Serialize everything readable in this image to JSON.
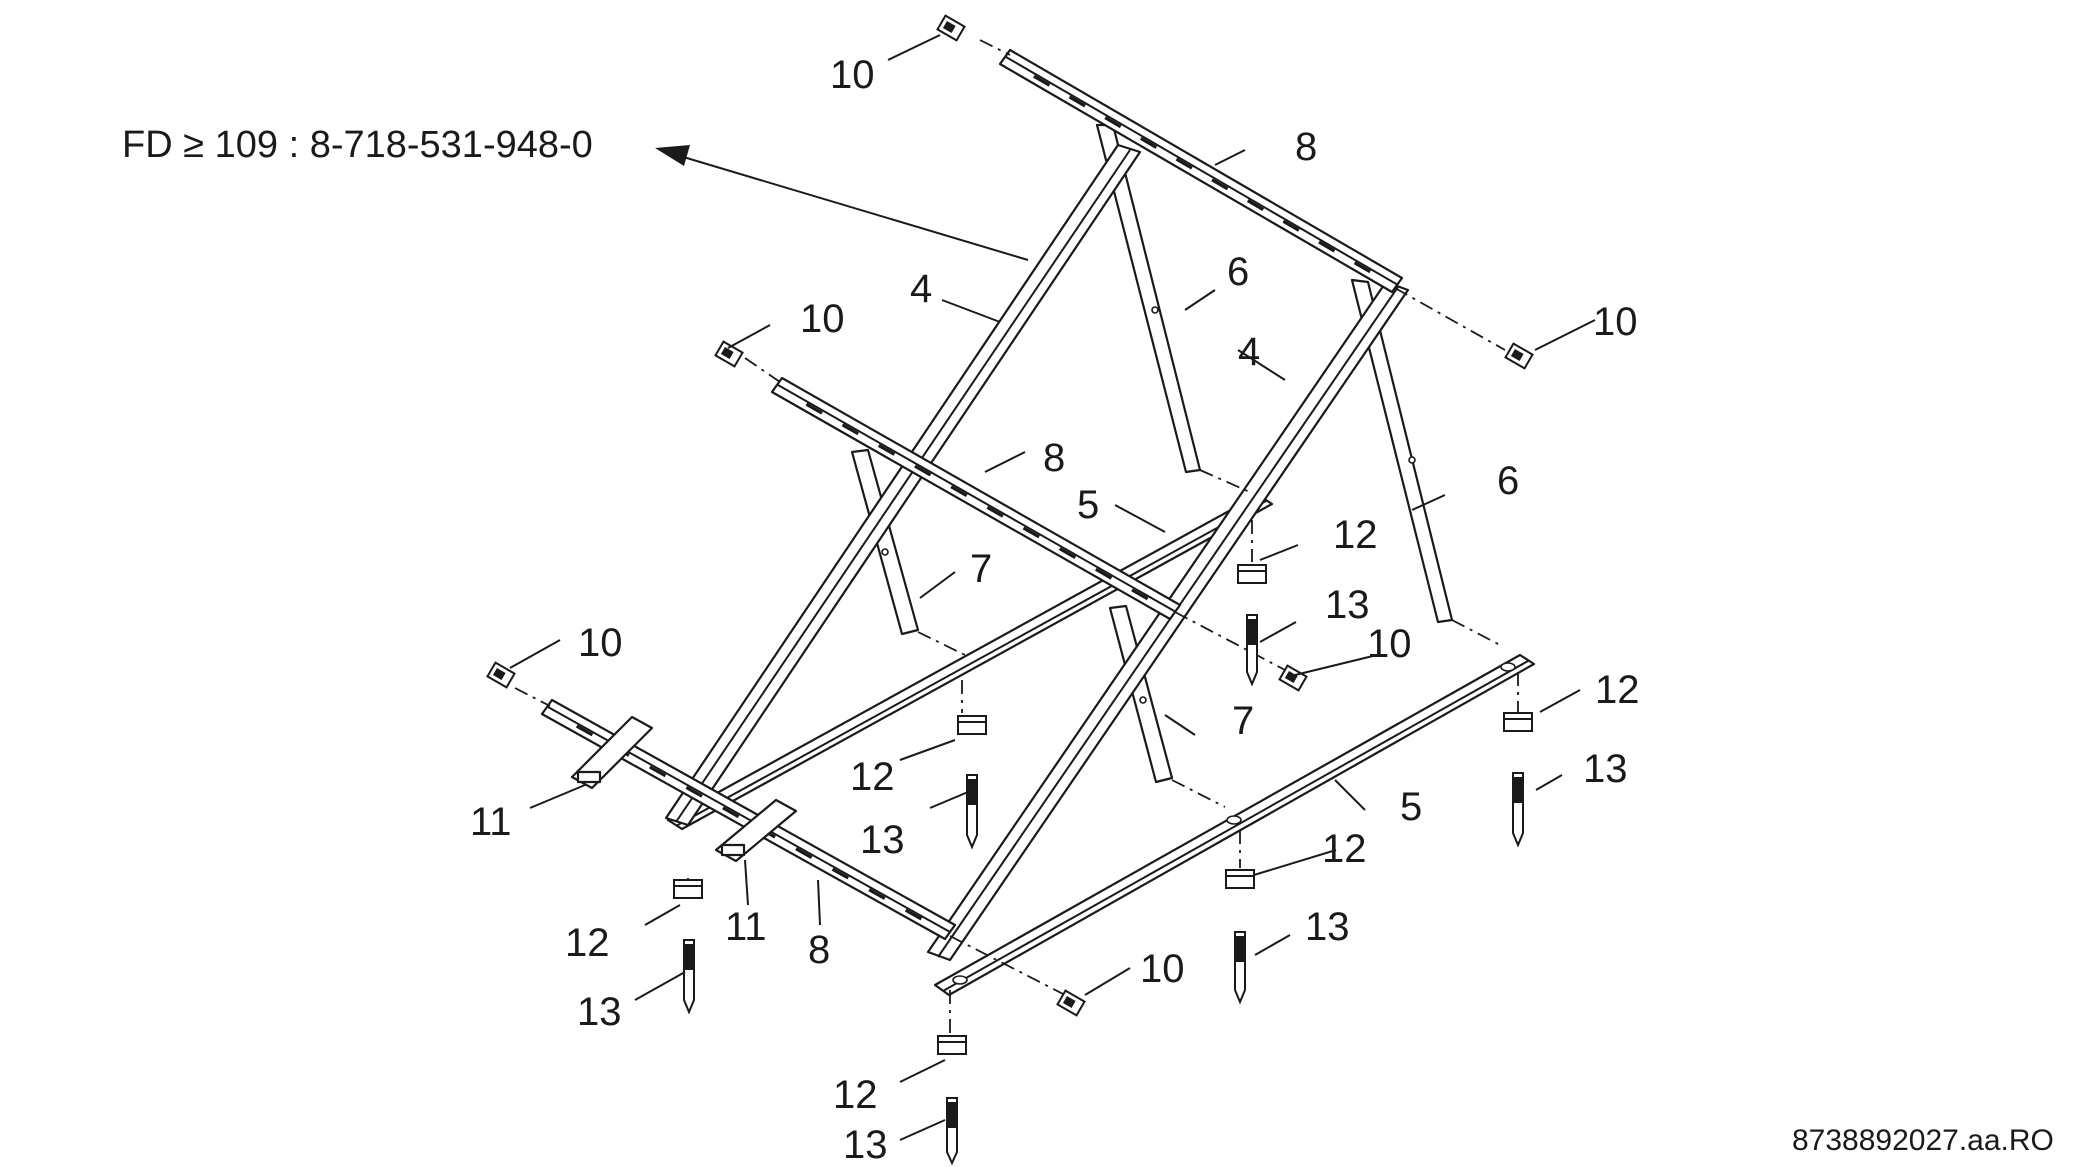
{
  "note": {
    "text": "FD ≥ 109 : 8-718-531-948-0"
  },
  "document_id": "8738892027.aa.RO",
  "part_numbers": {
    "rear_strut": "4",
    "base_rail": "5",
    "back_leg": "6",
    "front_leg": "7",
    "cross_rail": "8",
    "end_clamp": "10",
    "ballast_bracket": "11",
    "foot_block": "12",
    "ground_peg": "13"
  }
}
